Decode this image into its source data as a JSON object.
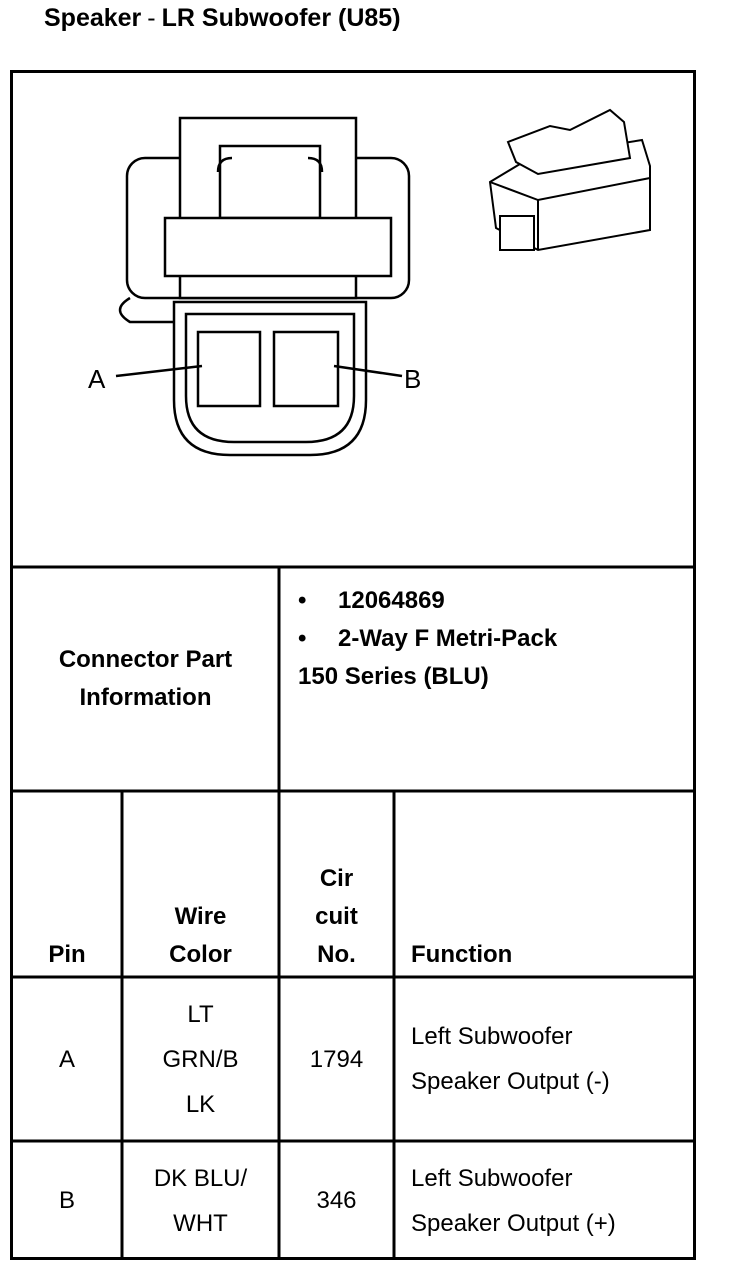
{
  "title": {
    "left": "Speaker",
    "dash": "-",
    "right": "LR Subwoofer (U85)"
  },
  "pin_labels": {
    "a": "A",
    "b": "B"
  },
  "connector_info": {
    "label_line1": "Connector Part",
    "label_line2": "Information",
    "bullet_symbol": "•",
    "part_number": "12064869",
    "series_line1": "2-Way F Metri-Pack",
    "series_line2": "150 Series (BLU)"
  },
  "table": {
    "headers": {
      "pin": "Pin",
      "wire_color_1": "Wire",
      "wire_color_2": "Color",
      "circuit_1": "Cir",
      "circuit_2": "cuit",
      "circuit_3": "No.",
      "function": "Function"
    },
    "rows": [
      {
        "pin": "A",
        "color_1": "LT",
        "color_2": "GRN/B",
        "color_3": "LK",
        "circuit": "1794",
        "function_1": "Left Subwoofer",
        "function_2": "Speaker Output (-)"
      },
      {
        "pin": "B",
        "color_1": "DK BLU/",
        "color_2": "WHT",
        "circuit": "346",
        "function_1": "Left Subwoofer",
        "function_2": "Speaker Output (+)"
      }
    ]
  }
}
